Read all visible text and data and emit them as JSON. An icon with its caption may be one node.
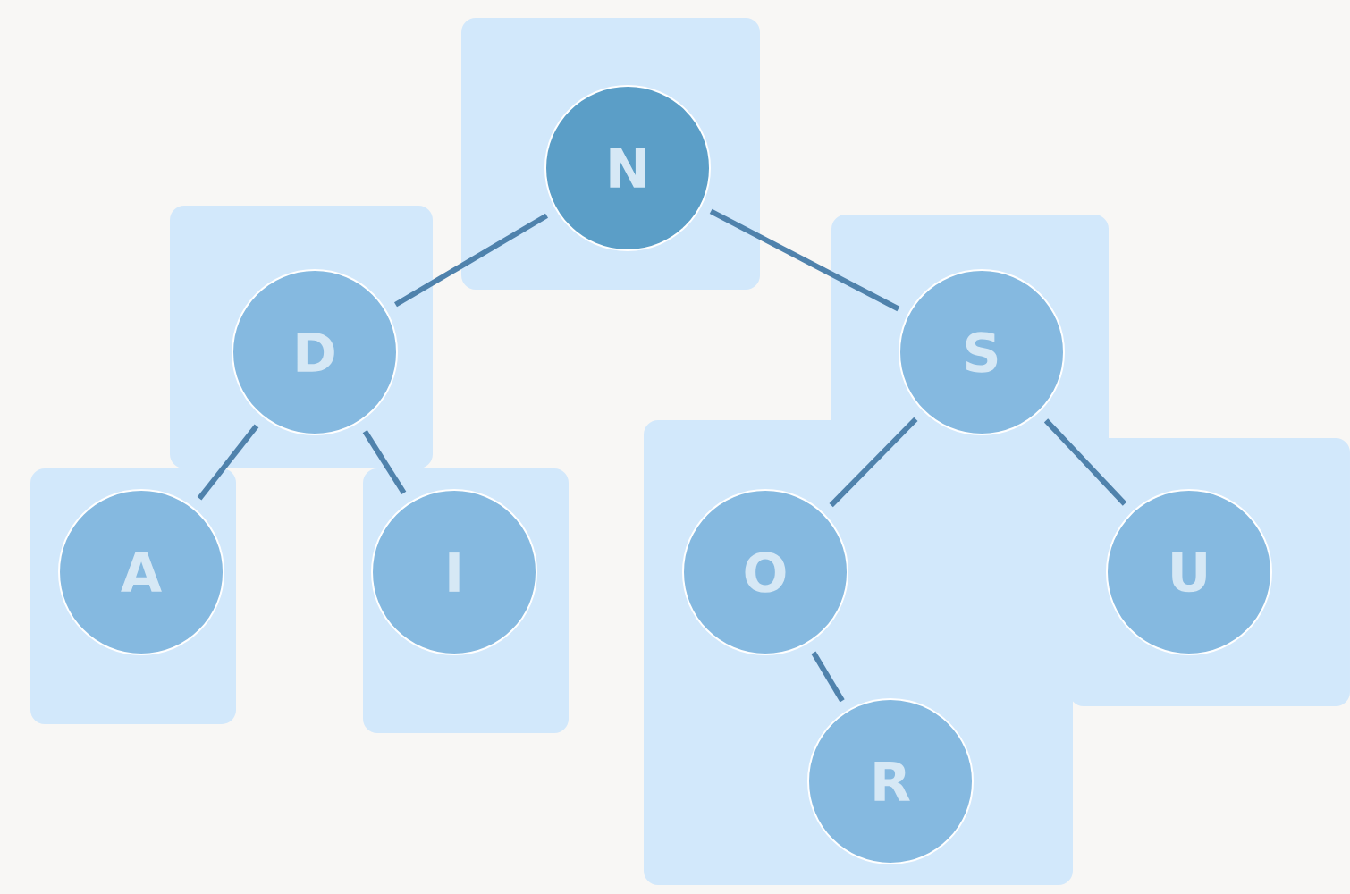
{
  "diagram": {
    "nodes": [
      {
        "text": [
          "N"
        ]
      },
      {
        "text": [
          "D"
        ]
      },
      {
        "text": [
          "S"
        ]
      },
      {
        "text": [
          "A"
        ]
      },
      {
        "text": [
          "I"
        ]
      },
      {
        "text": [
          "O"
        ]
      },
      {
        "text": [
          "U"
        ]
      },
      {
        "text": [
          "R"
        ]
      }
    ],
    "edges": [
      {
        "from": 0,
        "to": 1,
        "arrow": "none"
      },
      {
        "from": 0,
        "to": 2,
        "arrow": "none"
      },
      {
        "from": 1,
        "to": 3,
        "arrow": "none"
      },
      {
        "from": 1,
        "to": 4,
        "arrow": "none"
      },
      {
        "from": 2,
        "to": 5,
        "arrow": "none"
      },
      {
        "from": 2,
        "to": 6,
        "arrow": "none"
      },
      {
        "from": 5,
        "to": 7,
        "arrow": "none"
      }
    ]
  }
}
